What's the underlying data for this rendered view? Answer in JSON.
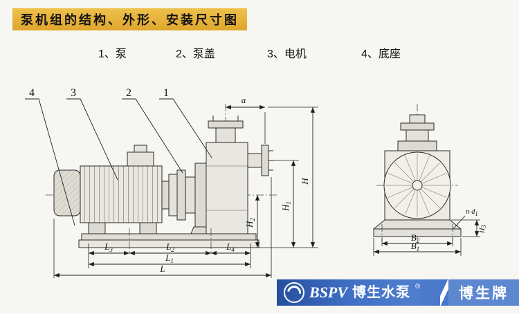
{
  "title": "泵机组的结构、外形、安装尺寸图",
  "legend": {
    "items": [
      {
        "label": "1、泵"
      },
      {
        "label": "2、泵盖"
      },
      {
        "label": "3、电机"
      },
      {
        "label": "4、底座"
      }
    ]
  },
  "callouts": {
    "c1": "1",
    "c2": "2",
    "c3": "3",
    "c4": "4"
  },
  "dims": {
    "a": {
      "main": "a",
      "sub": ""
    },
    "H": {
      "main": "H",
      "sub": ""
    },
    "H1": {
      "main": "H",
      "sub": "1"
    },
    "H2": {
      "main": "H",
      "sub": "2"
    },
    "H3": {
      "main": "H",
      "sub": "3"
    },
    "L": {
      "main": "L",
      "sub": ""
    },
    "L1": {
      "main": "L",
      "sub": "1"
    },
    "L2": {
      "main": "L",
      "sub": "2"
    },
    "L3": {
      "main": "L",
      "sub": "3"
    },
    "L4": {
      "main": "L",
      "sub": "4"
    },
    "B1": {
      "main": "B",
      "sub": "1"
    },
    "B2": {
      "main": "B",
      "sub": "2"
    },
    "nd1": {
      "main": "n-d",
      "sub": "1"
    }
  },
  "brand": {
    "latin": "BSPV",
    "cn": "博生水泵",
    "registered": "®",
    "badge": "博生牌"
  },
  "colors": {
    "title_highlight": "#e2a93a",
    "banner_blue_dark": "#274f9e",
    "banner_blue_light": "#4f7ecf",
    "badge_blue": "#5d87cf",
    "line": "#2b2b2b"
  }
}
